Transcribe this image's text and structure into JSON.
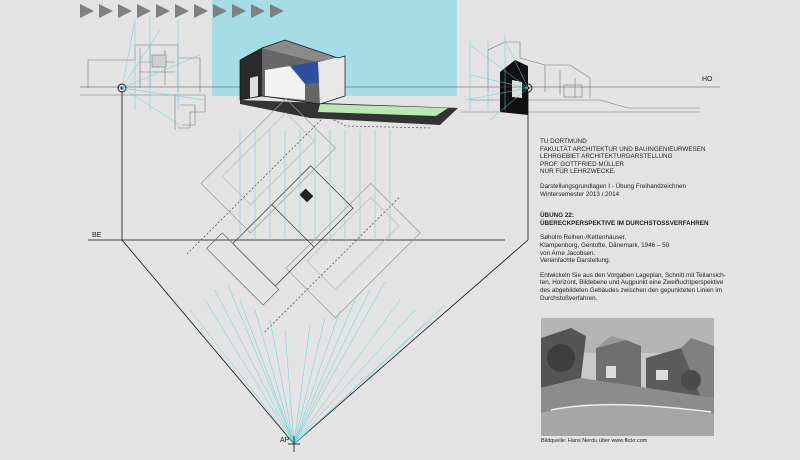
{
  "header": {
    "arrow_count": 11,
    "arrow_color": "#808080"
  },
  "labels": {
    "ho": "HO",
    "be": "BE",
    "ap": "AP"
  },
  "colors": {
    "sky": "#a5dde6",
    "construction_lines": "#5fd0de",
    "roof_blue": "#2e4fa0",
    "ground_green": "#b9e8b0"
  },
  "info": {
    "university": "TU DORTMUND",
    "faculty": "FAKULTÄT ARCHITEKTUR UND BAUINGENIEURWESEN",
    "chair": "LEHRGEBIET ARCHITEKTURDARSTELLUNG",
    "professor": "PROF. GOTTFRIED MÜLLER",
    "note": "NUR FÜR LEHRZWECKE.",
    "course": "Darstellungsgrundlagen I - Übung Freihandzeichnen",
    "semester": "Wintersemester 2013 / 2014",
    "exercise_title": "ÜBUNG 22:",
    "exercise_subtitle": "ÜBERECKPERSPEKTIVE IM DURCHSTOSSVERFAHREN",
    "project_line1": "Søholm Reihen-/Kettenhäuser,",
    "project_line2": "Klampenborg, Gentofte, Dänemark, 1946 – 50",
    "project_line3": "von Arne Jacobsen.",
    "project_line4": "Vereinfachte Darstellung.",
    "task_line1": "Entwickeln Sie aus den Vorgaben Lageplan, Schnitt mit Teilansich-",
    "task_line2": "ten, Horizont, Bildebene und Augpunkt eine Zweifluchtperspektive",
    "task_line3": "des abgebildeten Gebäudes zwischen den gepunkteten Linien im",
    "task_line4": "Durchstoßverfahren.",
    "photo_credit": "Bildquelle: Hans Nerdu über www.flickr.com"
  }
}
